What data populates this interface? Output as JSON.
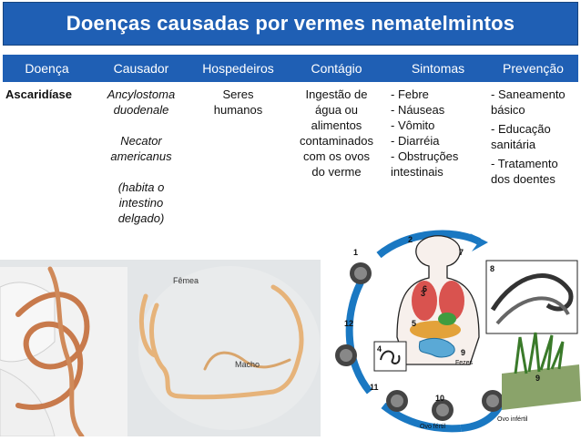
{
  "title": "Doenças causadas por vermes nematelmintos",
  "headers": [
    "Doença",
    "Causador",
    "Hospedeiros",
    "Contágio",
    "Sintomas",
    "Prevenção"
  ],
  "row": {
    "doenca": "Ascaridíase",
    "causador": [
      "Ancylostoma",
      "duodenale",
      "Necator",
      "americanus",
      "(habita o",
      "intestino",
      "delgado)"
    ],
    "hospedeiros": [
      "Seres",
      "humanos"
    ],
    "contagio": [
      "Ingestão de",
      "água ou",
      "alimentos",
      "contaminados",
      "com os ovos",
      "do verme"
    ],
    "sintomas": [
      "- Febre",
      "- Náuseas",
      "- Vômito",
      "- Diarréia",
      "- Obstruções",
      "intestinais"
    ],
    "prevencao": [
      "- Saneamento",
      "básico",
      "- Educação",
      "sanitária",
      "- Tratamento",
      "dos doentes"
    ]
  },
  "photo": {
    "label_femea": "Fêmea",
    "label_macho": "Macho"
  },
  "diagram": {
    "labels": {
      "fezes": "Fezes",
      "ovo_fertil": "Ovo fértil",
      "ovo_infertil": "Ovo infértil"
    },
    "numbers": [
      "1",
      "2",
      "3",
      "4",
      "5",
      "6",
      "7",
      "8",
      "9",
      "9",
      "10",
      "11",
      "12"
    ]
  },
  "colors": {
    "header_blue": "#1f5fb4",
    "cycle_blue": "#1a78c2"
  }
}
